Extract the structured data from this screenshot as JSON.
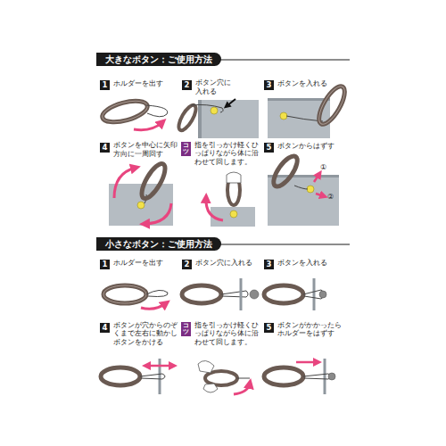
{
  "diagram": {
    "nodes": [
      {
        "text": [
          "大きなボタン：ご使用方法"
        ]
      },
      {
        "text": [
          "1"
        ]
      },
      {
        "text": [
          "2"
        ]
      },
      {
        "text": [
          "3"
        ]
      },
      {
        "text": [
          "4"
        ]
      },
      {
        "text": [
          "コツ"
        ]
      },
      {
        "text": [
          "5"
        ]
      },
      {
        "text": [
          "小さなボタン：ご使用方法"
        ]
      },
      {
        "text": [
          "1"
        ]
      },
      {
        "text": [
          "2"
        ]
      },
      {
        "text": [
          "3"
        ]
      },
      {
        "text": [
          "4"
        ]
      },
      {
        "text": [
          "コツ"
        ]
      },
      {
        "text": [
          "5"
        ]
      }
    ],
    "labels": [
      "ホルダーを出す",
      "ボタン穴に入れる",
      "ボタンを入れる",
      "ボタンを中心に矢印方向に一周回す",
      "指を引っかけ軽くひっぱりながら体に沿わせて回します。",
      "ボタンからはずす",
      "①",
      "②",
      "ホルダーを出す",
      "ボタン穴に入れる",
      "ボタンを入れる",
      "ボタンが穴からのぞくまで左右に動かしボタンをかける",
      "指を引っかけ軽くひっぱりながら体に沿わせて回します。",
      "ボタンがかかったらホルダーをはずす"
    ]
  }
}
